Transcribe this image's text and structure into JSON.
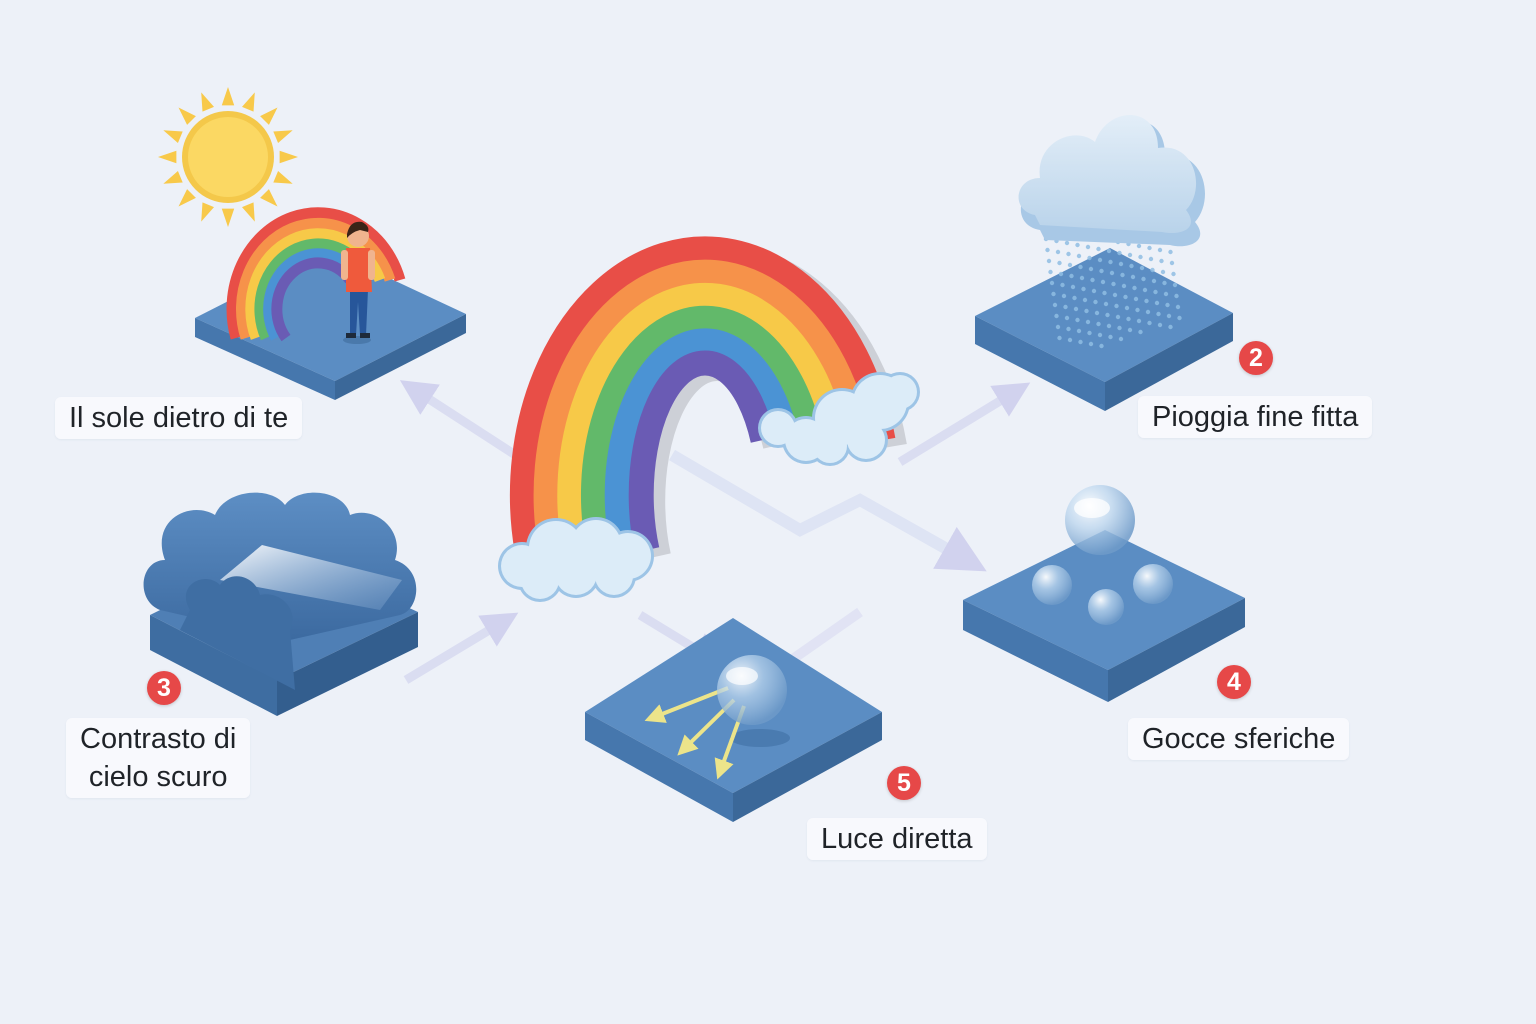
{
  "steps": {
    "sun": {
      "label": "Il sole dietro di te"
    },
    "rain": {
      "label": "Pioggia fine fitta",
      "number": "2"
    },
    "contrast": {
      "label_line1": "Contrasto di",
      "label_line2": "cielo scuro",
      "number": "3"
    },
    "drops": {
      "label": "Gocce sferiche",
      "number": "4"
    },
    "light": {
      "label": "Luce diretta",
      "number": "5"
    }
  },
  "colors": {
    "background": "#edf1f8",
    "platform_top": "#5b8dc3",
    "platform_side": "#3f6fa3",
    "badge": "#e64848",
    "rainbow": [
      "#e84e47",
      "#f6924a",
      "#f7c948",
      "#62b96a",
      "#4b93d4",
      "#6a5bb4"
    ],
    "sun": "#fbd863",
    "arrow": "#cfd2ec"
  },
  "icons": [
    "sun-icon",
    "cloud-icon",
    "rain-icon",
    "droplet-icon",
    "person-icon",
    "rainbow-icon",
    "light-ray-icon"
  ]
}
